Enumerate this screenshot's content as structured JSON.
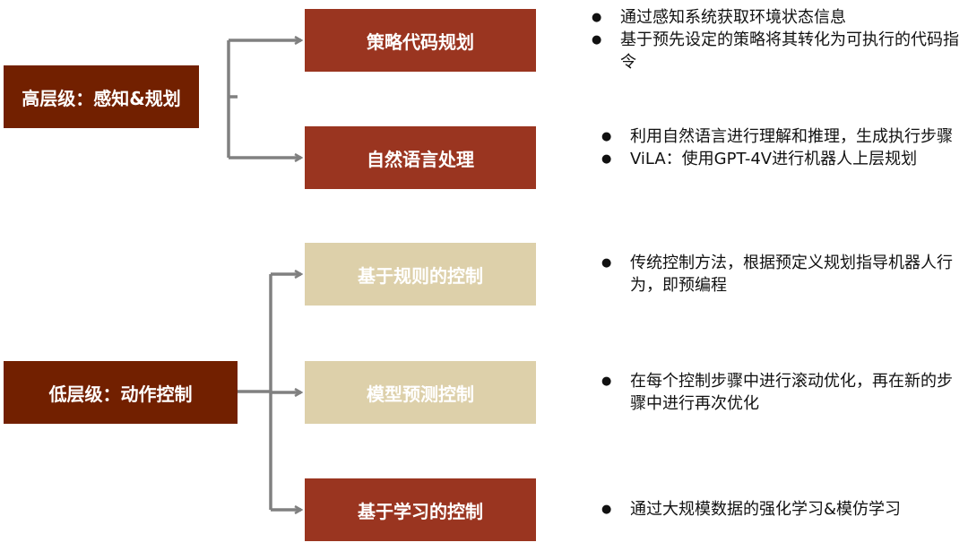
{
  "colors": {
    "dark": "#722000",
    "brown": "#9A3520",
    "beige": "#DDD0AA",
    "arrow": "#808080"
  },
  "groups": [
    {
      "label": "高层级：感知&规划",
      "items": [
        {
          "label": "策略代码规划",
          "bullets": [
            "通过感知系统获取环境状态信息",
            "基于预先设定的策略将其转化为可执行的代码指令"
          ]
        },
        {
          "label": "自然语言处理",
          "bullets": [
            "利用自然语言进行理解和推理，生成执行步骤",
            "ViLA：使用GPT-4V进行机器人上层规划"
          ]
        }
      ]
    },
    {
      "label": "低层级：动作控制",
      "items": [
        {
          "label": "基于规则的控制",
          "bullets": [
            "传统控制方法，根据预定义规划指导机器人行为，即预编程"
          ]
        },
        {
          "label": "模型预测控制",
          "bullets": [
            "在每个控制步骤中进行滚动优化，再在新的步骤中进行再次优化"
          ]
        },
        {
          "label": "基于学习的控制",
          "bullets": [
            "通过大规模数据的强化学习&模仿学习"
          ]
        }
      ]
    }
  ]
}
